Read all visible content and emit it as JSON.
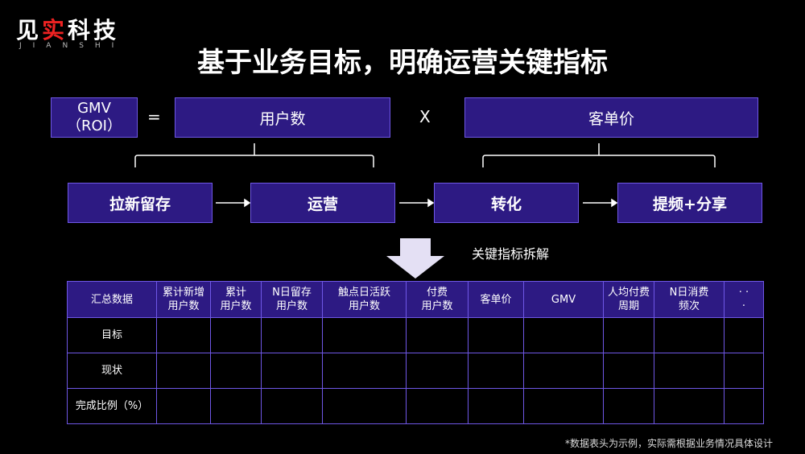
{
  "logo": {
    "name_left": "见",
    "name_accent": "实",
    "name_right": "科技",
    "sub": "JIANSHI"
  },
  "title": "基于业务目标，明确运营关键指标",
  "formula": {
    "gmv_line1": "GMV",
    "gmv_line2": "（ROI）",
    "equals": "=",
    "users": "用户数",
    "times": "X",
    "unit_price": "客单价"
  },
  "flow": [
    "拉新留存",
    "运营",
    "转化",
    "提频+分享"
  ],
  "breakdown_label": "关键指标拆解",
  "table": {
    "headers": [
      [
        "汇总数据"
      ],
      [
        "累计新增",
        "用户数"
      ],
      [
        "累计",
        "用户数"
      ],
      [
        "N日留存",
        "用户数"
      ],
      [
        "触点日活跃",
        "用户数"
      ],
      [
        "付费",
        "用户数"
      ],
      [
        "客单价"
      ],
      [
        "GMV"
      ],
      [
        "人均付费",
        "周期"
      ],
      [
        "N日消费",
        "频次"
      ],
      [
        "· ·",
        "·"
      ]
    ],
    "rows": [
      "目标",
      "现状",
      "完成比例（%）"
    ]
  },
  "footnote": "*数据表头为示例，实际需根据业务情况具体设计",
  "colors": {
    "box": "#2d1a83",
    "border": "#6f57e6",
    "background": "#000000",
    "accent": "#e22222"
  }
}
